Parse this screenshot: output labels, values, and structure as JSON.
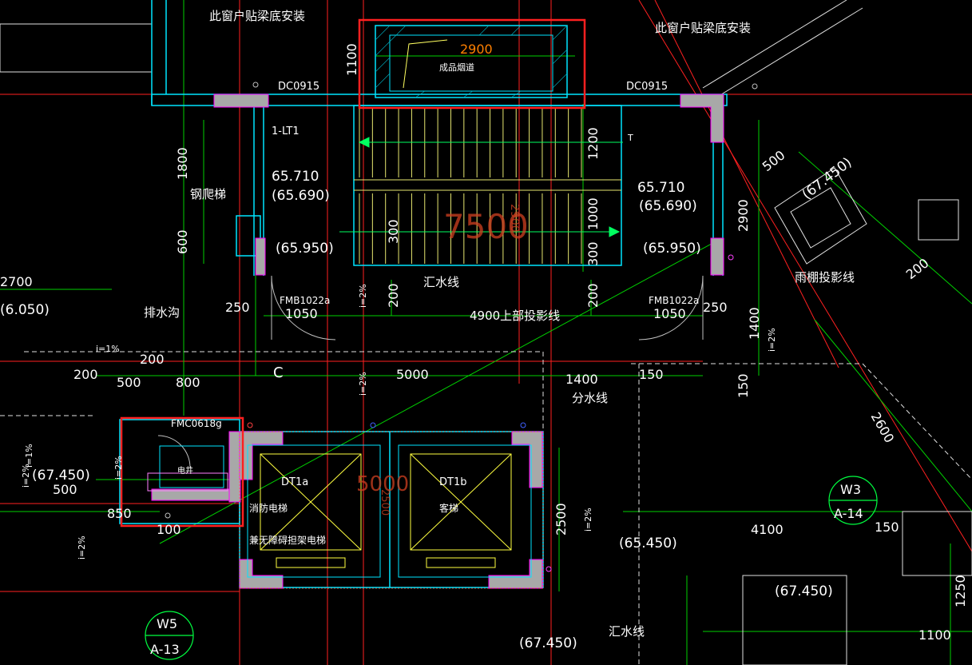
{
  "colors": {
    "background": "#000000",
    "wall": "#00ffff",
    "dimension": "#00ff00",
    "grid": "#ff0000",
    "stairs": "#ffff00",
    "column": "#b0b0b0",
    "highlight": "#ff2020",
    "elevation": "#ffffff",
    "orange": "#ff8000",
    "magenta": "#ff00ff"
  },
  "notes": {
    "window_beam_left": "此窗户贴梁底安装",
    "window_beam_right": "此窗户贴梁底安装",
    "smoke_duct": "成品烟道",
    "ladder": "钢爬梯",
    "canopy_line": "雨棚投影线",
    "drain_ditch": "排水沟",
    "collect_line_top": "汇水线",
    "collect_line_bottom": "汇水线",
    "upper_projection": "4900上部投影线",
    "divide_line": "分水线",
    "fire_elevator": "消防电梯",
    "stretcher_elevator": "兼无障碍担架电梯",
    "passenger_elevator": "客梯",
    "electrical_room": "电井"
  },
  "tags": {
    "window_left": "DC0915",
    "window_right": "DC0915",
    "stair_id": "1-LT1",
    "door_left": "FMB1022a",
    "door_right": "FMB1022a",
    "door_small": "FMC0618g",
    "elevator_a": "DT1a",
    "elevator_b": "DT1b",
    "grid_letter": "C",
    "detail_w3": "W3",
    "detail_w3_ref": "A-14",
    "detail_w5": "W5",
    "detail_w5_ref": "A-13",
    "stair_arrow": "T"
  },
  "elevations": {
    "landing_left": "65.710",
    "landing_left_sub": "(65.690)",
    "landing_right": "65.710",
    "landing_right_sub": "(65.690)",
    "floor_left": "(65.950)",
    "floor_right": "(65.950)",
    "outer_left": "(6.050)",
    "roof_left": "(67.450)",
    "roof_right_top": "(67.450)",
    "roof_right_bottom": "(67.450)",
    "roof_bottom": "(67.450)",
    "canopy": "(65.450)"
  },
  "slopes": {
    "s1": "i=2%",
    "s2": "i=1%",
    "s3": "i=2%",
    "s4": "i=2%",
    "s5": "i=2%",
    "s6": "i=1%",
    "s7": "i=2%",
    "s8": "i=2%",
    "s9": "i=2%"
  },
  "dimensions": {
    "shaft_width": "2900",
    "shaft_depth": "1100",
    "stair_total": "7500",
    "stair_run": "2900",
    "d1800": "1800",
    "d600": "600",
    "d1200": "1200",
    "d1000": "1000",
    "d300a": "300",
    "d300b": "300",
    "d2700": "2700",
    "d250a": "250",
    "d250b": "250",
    "d1050a": "1050",
    "d1050b": "1050",
    "d200a": "200",
    "d200b": "200",
    "d200c": "200",
    "d200d": "200",
    "d5000": "5000",
    "d1400a": "1400",
    "d1400b": "1400",
    "d150a": "150",
    "d150b": "150",
    "d800": "800",
    "d500a": "500",
    "d500b": "500",
    "d850": "850",
    "d100": "100",
    "elev_width": "5000",
    "elev_depth": "2500",
    "d2500": "2500",
    "d4100": "4100",
    "d2600": "2600",
    "d2900r": "2900",
    "d1100r": "1100",
    "d1250": "1250",
    "d200r": "200",
    "d500r": "500",
    "d150r": "150"
  }
}
